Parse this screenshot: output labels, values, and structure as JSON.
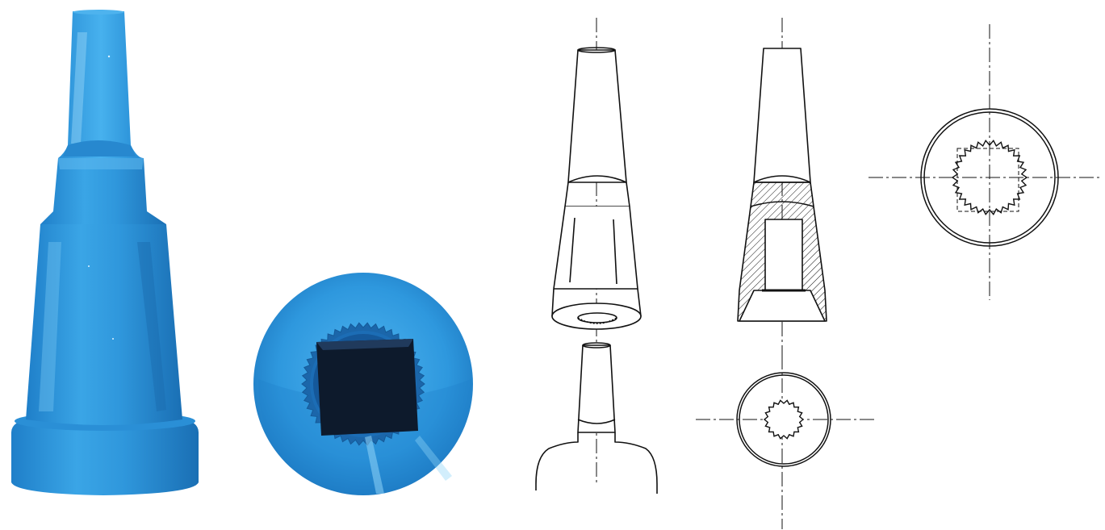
{
  "figure": {
    "background": "#ffffff",
    "paint_color": "#2f9be0",
    "paint_shadow": "#1d6fb0",
    "paint_highlight": "#7cc6f2",
    "bore_color": "#0d1a2c",
    "line_color": "#111111",
    "panels": [
      "photo-side-view",
      "photo-end-view",
      "sketch-perspective",
      "section-view",
      "end-view-small",
      "end-view-large"
    ]
  }
}
